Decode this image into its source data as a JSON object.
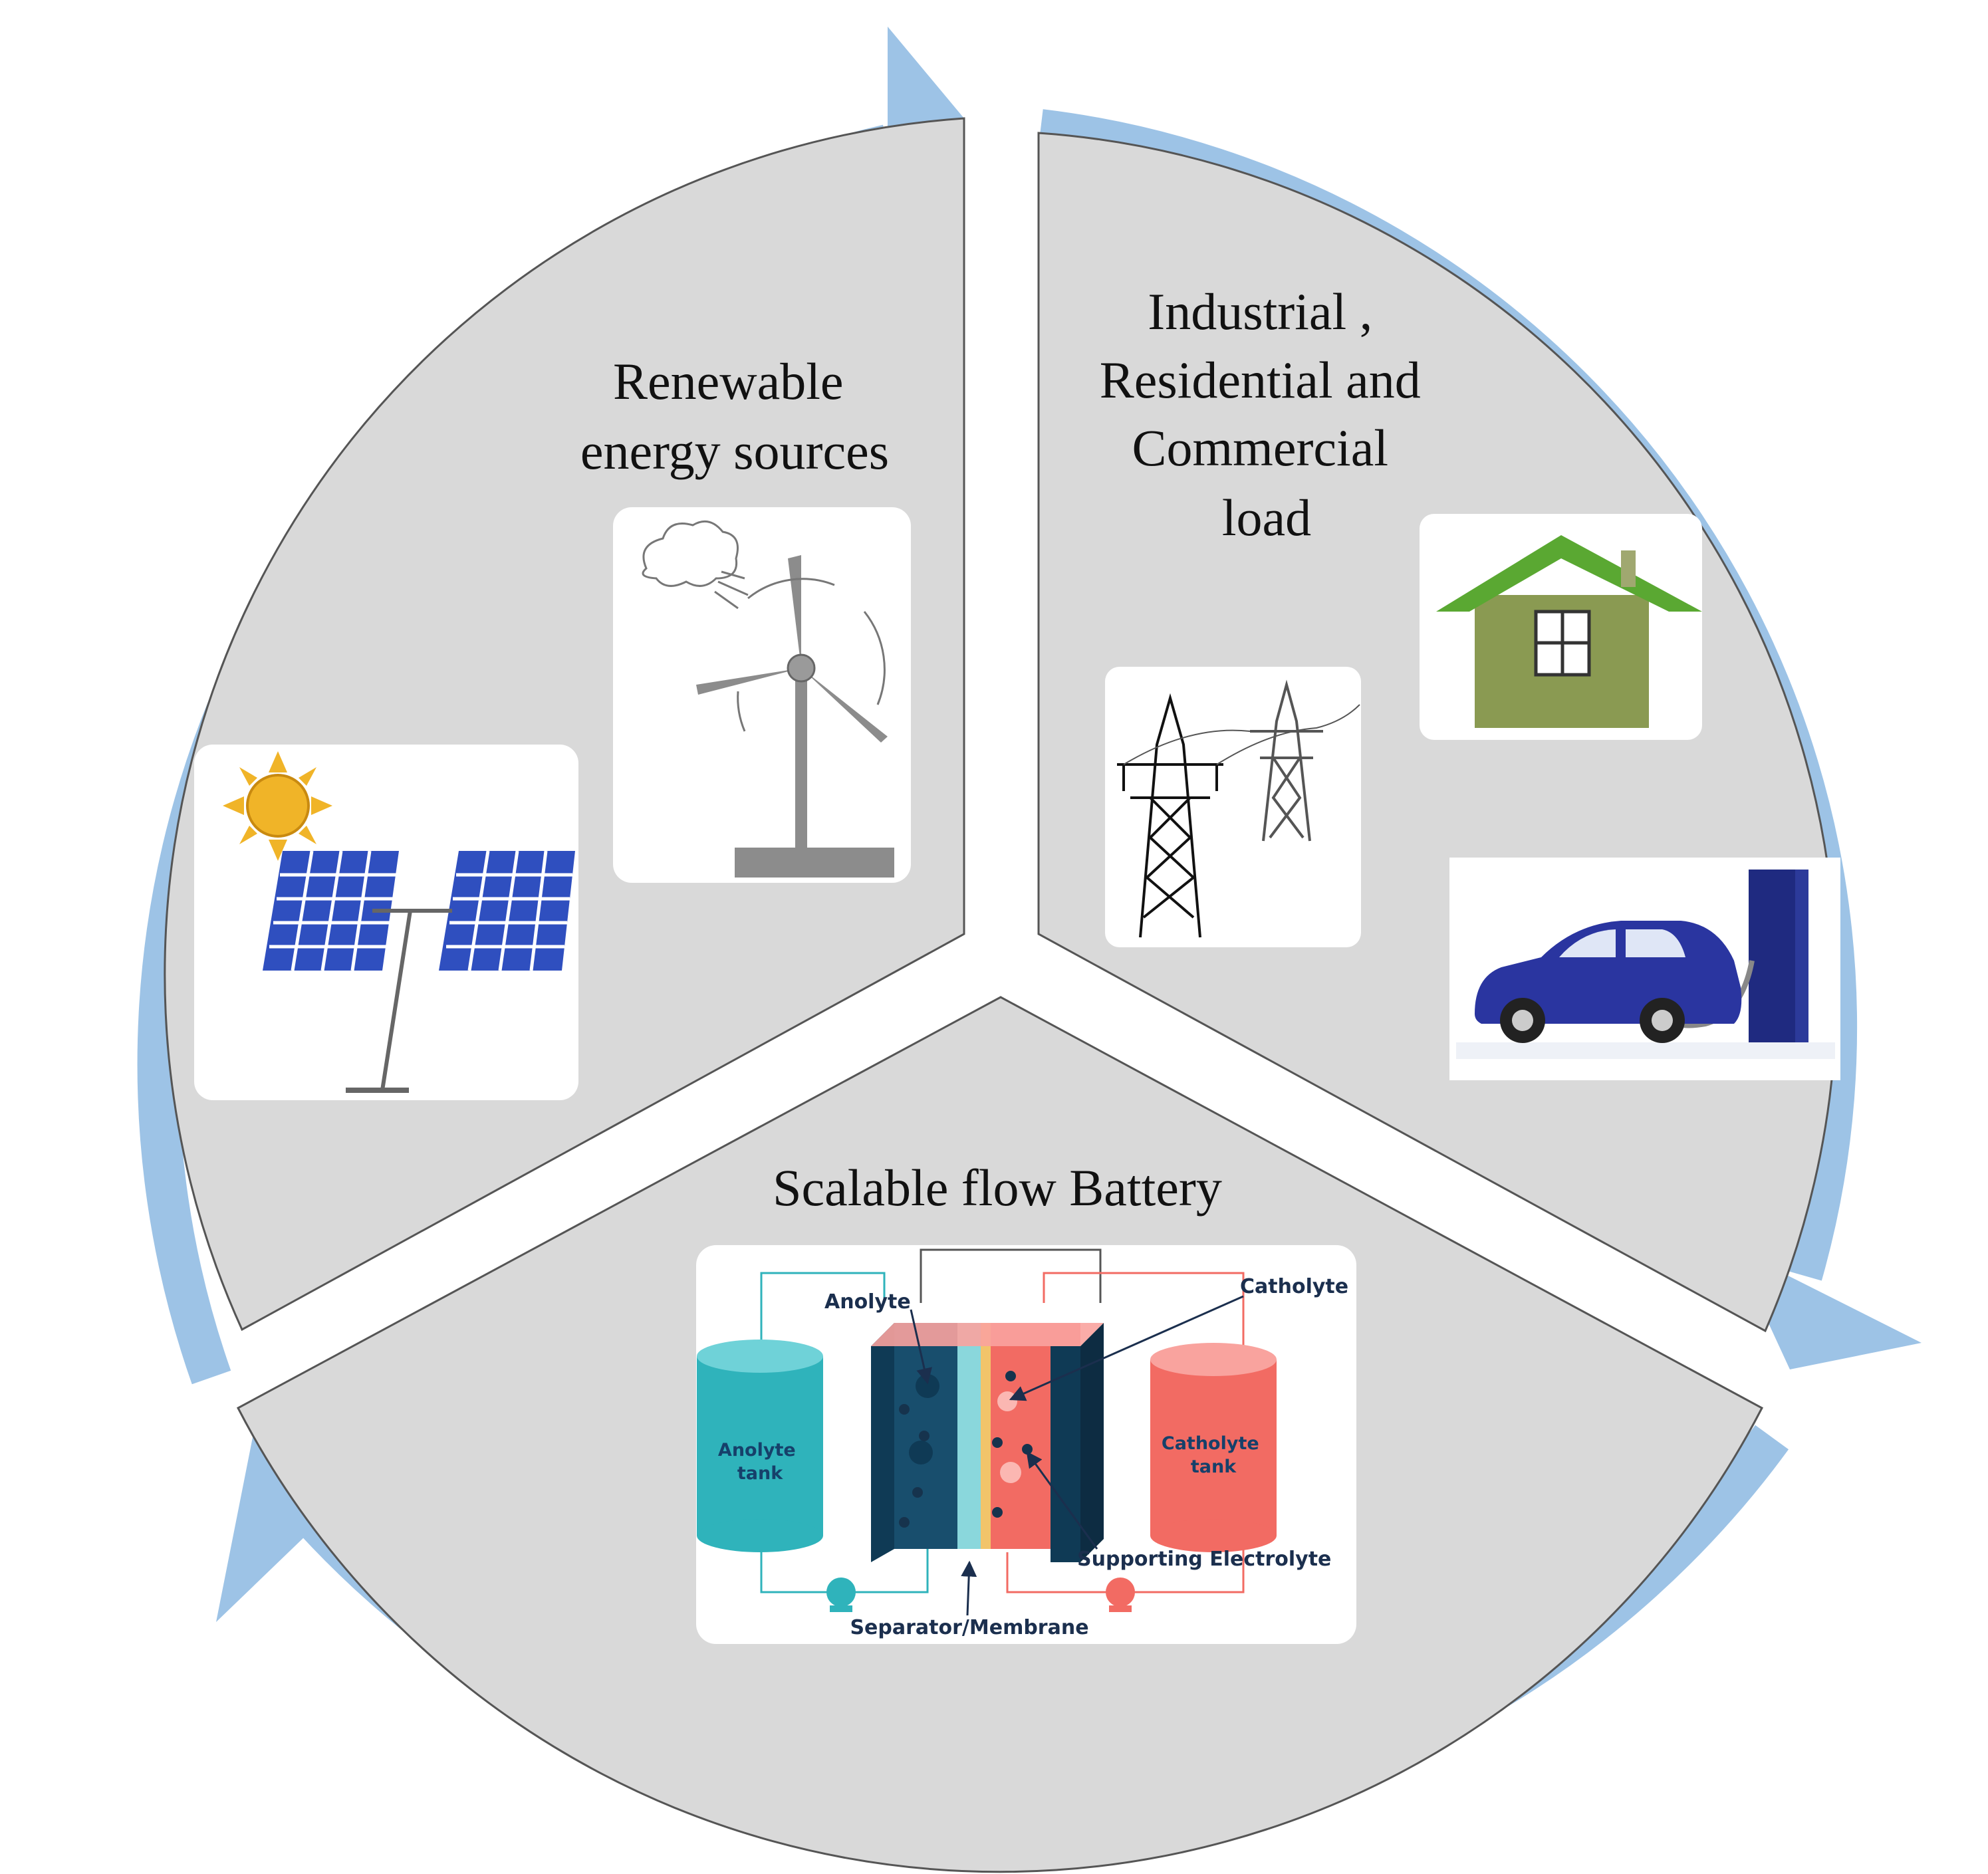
{
  "sectors": {
    "renewable": {
      "title_lines": [
        "Renewable",
        "energy sources"
      ]
    },
    "load": {
      "title_lines": [
        "Industrial ,",
        "Residential and",
        "Commercial",
        "load"
      ]
    },
    "battery": {
      "title": "Scalable  flow Battery"
    }
  },
  "battery_schematic": {
    "labels": {
      "anolyte": "Anolyte",
      "catholyte": "Catholyte",
      "anolyte_tank": [
        "Anolyte",
        "tank"
      ],
      "catholyte_tank": [
        "Catholyte",
        "tank"
      ],
      "supporting_electrolyte": "Supporting Electrolyte",
      "separator": "Separator/Membrane"
    }
  },
  "colors": {
    "sector_fill": "#d9d9d9",
    "arrow": "#9dc3e6",
    "anolyte": "#2fb3bb",
    "catholyte": "#f26b63",
    "solar_panel": "#2f4fbf",
    "sun": "#f0b428",
    "roof": "#5aa832",
    "wall": "#8a9a52",
    "car": "#2a35a0"
  },
  "icons": [
    "sun-icon",
    "solar-panel-icon",
    "wind-turbine-icon",
    "cloud-icon",
    "house-icon",
    "power-tower-icon",
    "electric-car-icon",
    "charging-station-icon",
    "flow-battery-schematic"
  ]
}
